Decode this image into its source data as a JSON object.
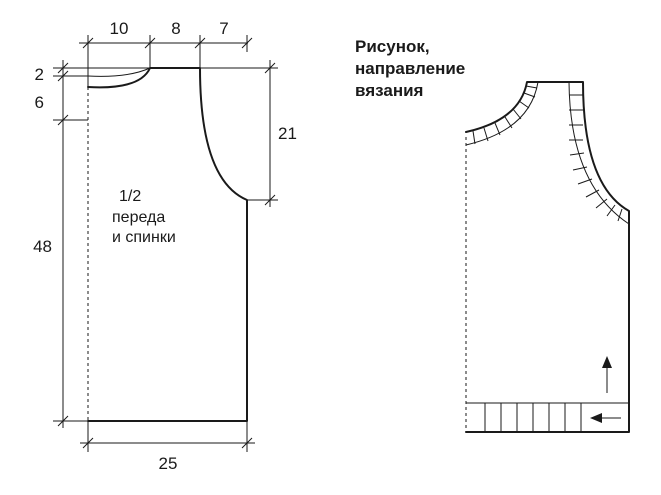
{
  "pattern": {
    "label": [
      "1/2",
      "переда",
      "и спинки"
    ],
    "dimensions": {
      "top_neck_width": "10",
      "top_shoulder_width": "8",
      "top_armhole_width": "7",
      "neck_back_depth": "2",
      "neck_front_depth": "6",
      "armhole_depth": "21",
      "total_length": "48",
      "bottom_width": "25"
    }
  },
  "direction_diagram": {
    "title": [
      "Рисунок,",
      "направление",
      "вязания"
    ]
  }
}
